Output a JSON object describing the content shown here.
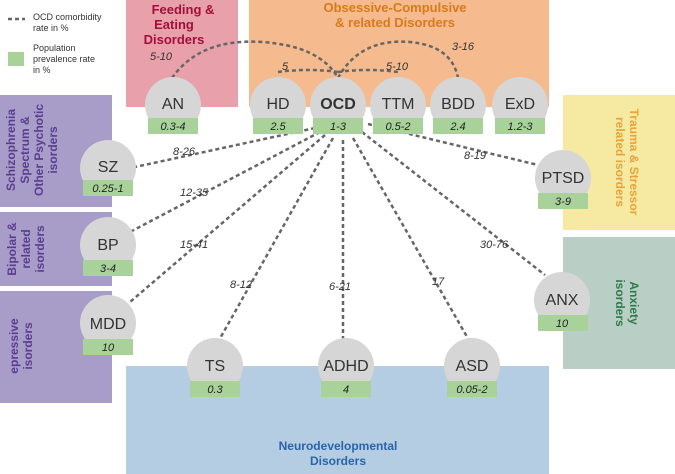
{
  "legend": {
    "comorbidity_label_1": "OCD comorbidity",
    "comorbidity_label_2": "rate in %",
    "prevalence_label_1": "Population",
    "prevalence_label_2": "prevalence rate",
    "prevalence_label_3": "in %"
  },
  "panels": {
    "feeding": {
      "line1": "Feeding &",
      "line2": "Eating",
      "line3": "Disorders",
      "color": "#e8a0aa",
      "text_color": "#a0103a"
    },
    "ocd_related": {
      "line1": "Obsessive-Compulsive",
      "line2": "& related Disorders",
      "color": "#f5bb8e",
      "text_color": "#d97a1a"
    },
    "schizo": {
      "line1": "Schizophrenia",
      "line2": "Spectrum &",
      "line3": "Other Psychotic",
      "line4": "isorders",
      "color": "#a89cc8",
      "text_color": "#5a3d8f"
    },
    "bipolar": {
      "line1": "Bipolar &",
      "line2": "related",
      "line3": "isorders",
      "color": "#a89cc8",
      "text_color": "#5a3d8f"
    },
    "depressive": {
      "line1": "epressive",
      "line2": "isorders",
      "color": "#a89cc8",
      "text_color": "#5a3d8f"
    },
    "trauma": {
      "line1": "Trauma & Stressor",
      "line2": "related  isorders",
      "color": "#f6eaa2",
      "text_color": "#e8a23a"
    },
    "anxiety": {
      "line1": "Anxiety",
      "line2": "isorders",
      "color": "#b9cfc6",
      "text_color": "#2f7a4a"
    },
    "neurodev": {
      "line1": "Neurodevelopmental",
      "line2": "Disorders",
      "color": "#b5cde3",
      "text_color": "#2a64a8"
    }
  },
  "nodes": {
    "AN": {
      "label": "AN",
      "prevalence": "0.3-4"
    },
    "HD": {
      "label": "HD",
      "prevalence": "2.5"
    },
    "OCD": {
      "label": "OCD",
      "prevalence": "1-3"
    },
    "TTM": {
      "label": "TTM",
      "prevalence": "0.5-2"
    },
    "BDD": {
      "label": "BDD",
      "prevalence": "2.4"
    },
    "ExD": {
      "label": "ExD",
      "prevalence": "1.2-3"
    },
    "SZ": {
      "label": "SZ",
      "prevalence": "0.25-1"
    },
    "BP": {
      "label": "BP",
      "prevalence": "3-4"
    },
    "MDD": {
      "label": "MDD",
      "prevalence": "10"
    },
    "PTSD": {
      "label": "PTSD",
      "prevalence": "3-9"
    },
    "ANX": {
      "label": "ANX",
      "prevalence": "10"
    },
    "TS": {
      "label": "TS",
      "prevalence": "0.3"
    },
    "ADHD": {
      "label": "ADHD",
      "prevalence": "4"
    },
    "ASD": {
      "label": "ASD",
      "prevalence": "0.05-2"
    }
  },
  "comorbidity": {
    "AN": "5-10",
    "HD": "5",
    "TTM": "5-10",
    "BDD": "3-16",
    "SZ": "8-26",
    "BP": "12-35",
    "MDD": "15-41",
    "PTSD": "8-19",
    "ANX": "30-76",
    "TS": "8-12",
    "ADHD": "6-21",
    "ASD": "17"
  },
  "colors": {
    "node_fill": "#d6d6d6",
    "prevalence_fill": "#a8d29a",
    "edge": "#666666"
  }
}
